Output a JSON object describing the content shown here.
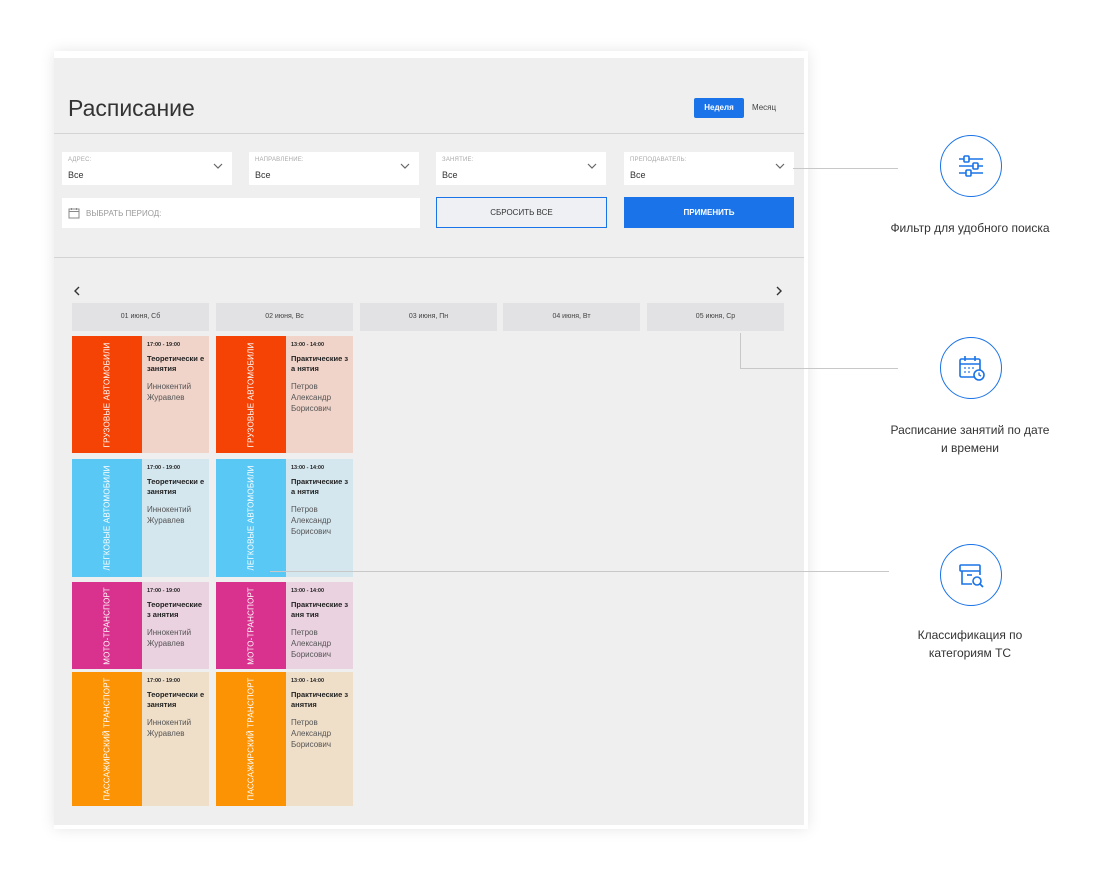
{
  "page": {
    "title": "Расписание"
  },
  "view_toggle": {
    "week": "Неделя",
    "month": "Месяц"
  },
  "filters": [
    {
      "label": "Адрес:",
      "value": "Все"
    },
    {
      "label": "Направление:",
      "value": "Все"
    },
    {
      "label": "Занятие:",
      "value": "Все"
    },
    {
      "label": "Преподаватель:",
      "value": "Все"
    }
  ],
  "period": {
    "placeholder": "ВЫБРАТЬ ПЕРИОД:"
  },
  "buttons": {
    "reset": "СБРОСИТЬ ВСЕ",
    "apply": "ПРИМЕНИТЬ"
  },
  "days": [
    "01 июня, Сб",
    "02 июня, Вс",
    "03 июня, Пн",
    "04 июня, Вт",
    "05 июня, Ср"
  ],
  "lessons": [
    {
      "day": 0,
      "row": 0,
      "category": "ГРУЗОВЫЕ АВТОМОБИЛИ",
      "time": "17:00 - 19:00",
      "subject": "Теоретически е занятия",
      "teacher": "Иннокентий Журавлев",
      "cat_color": "#f54306",
      "bg_color": "#f0d4ca"
    },
    {
      "day": 1,
      "row": 0,
      "category": "ГРУЗОВЫЕ АВТОМОБИЛИ",
      "time": "13:00 - 14:00",
      "subject": "Практические за нятия",
      "teacher": "Петров Александр Борисович",
      "cat_color": "#f54306",
      "bg_color": "#f0d4ca"
    },
    {
      "day": 0,
      "row": 1,
      "category": "ЛЕГКОВЫЕ АВТОМОБИЛИ",
      "time": "17:00 - 19:00",
      "subject": "Теоретически е занятия",
      "teacher": "Иннокентий Журавлев",
      "cat_color": "#5ac8f5",
      "bg_color": "#d4e6ee"
    },
    {
      "day": 1,
      "row": 1,
      "category": "ЛЕГКОВЫЕ АВТОМОБИЛИ",
      "time": "13:00 - 14:00",
      "subject": "Практические за нятия",
      "teacher": "Петров Александр Борисович",
      "cat_color": "#5ac8f5",
      "bg_color": "#d4e6ee"
    },
    {
      "day": 0,
      "row": 2,
      "category": "МОТО-ТРАНСПОРТ",
      "time": "17:00 - 19:00",
      "subject": "Теоретические з анятия",
      "teacher": "Иннокентий Журавлев",
      "cat_color": "#d9318e",
      "bg_color": "#ead2e0"
    },
    {
      "day": 1,
      "row": 2,
      "category": "МОТО-ТРАНСПОРТ",
      "time": "13:00 - 14:00",
      "subject": "Практические заня тия",
      "teacher": "Петров Александр Борисович",
      "cat_color": "#d9318e",
      "bg_color": "#ead2e0"
    },
    {
      "day": 0,
      "row": 3,
      "category": "ПАССАЖИРСКИЙ ТРАНСПОРТ",
      "time": "17:00 - 19:00",
      "subject": "Теоретически е занятия",
      "teacher": "Иннокентий Журавлев",
      "cat_color": "#fb9305",
      "bg_color": "#efdfc9"
    },
    {
      "day": 1,
      "row": 3,
      "category": "ПАССАЖИРСКИЙ ТРАНСПОРТ",
      "time": "13:00 - 14:00",
      "subject": "Практические з анятия",
      "teacher": "Петров Александр Борисович",
      "cat_color": "#fb9305",
      "bg_color": "#efdfc9"
    }
  ],
  "callouts": [
    {
      "icon": "sliders-icon",
      "text": "Фильтр для удобного поиска"
    },
    {
      "icon": "calendar-clock-icon",
      "text": "Расписание занятий по дате и времени"
    },
    {
      "icon": "box-search-icon",
      "text": "Классификация по категориям ТС"
    }
  ],
  "colors": {
    "accent": "#1a73e8"
  }
}
